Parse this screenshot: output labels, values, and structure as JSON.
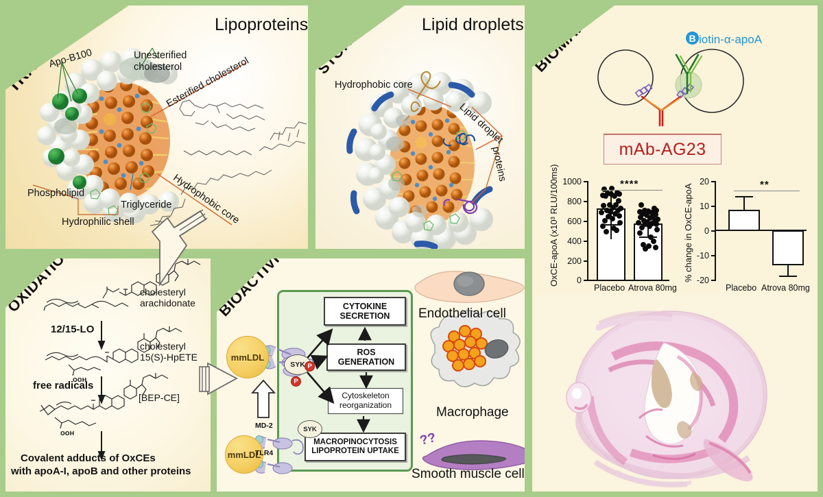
{
  "figure": {
    "background_color": "#a8cd8a",
    "panel_bg": "#fbf3da"
  },
  "panels": {
    "transport": {
      "corner_label": "TRANSPORT",
      "title": "Lipoproteins",
      "annotations": {
        "apo_b100": "Apo-B100",
        "unesterified_cholesterol": "Unesterified\ncholesterol",
        "unesterified_line1": "Unesterified",
        "unesterified_line2": "cholesterol",
        "esterified_cholesterol": "Esterified cholesterol",
        "hydrophobic_core": "Hydrophobic core",
        "phospholipid": "Phospholipid",
        "triglyceride": "Triglyceride",
        "hydrophilic_shell": "Hydrophilic shell"
      }
    },
    "storage": {
      "corner_label": "STORAGE",
      "title": "Lipid droplets",
      "annotations": {
        "hydrophobic_core": "Hydrophobic core",
        "lipid_droplet": "Lipid droplet",
        "proteins": "proteins"
      }
    },
    "biomarkers": {
      "corner_label": "BIOMARKERS",
      "assay": {
        "biotin_badge": "B",
        "biotin_label": "iotin-α-apoA",
        "apoa_label": "apoA",
        "mab_label": "mAb-AG23"
      }
    },
    "oxidation": {
      "corner_label": "OXIDATION",
      "species": [
        {
          "line1": "cholesteryl",
          "line2": "arachidonate"
        },
        {
          "line1": "cholesteryl",
          "line2": "15(S)-HpETE"
        },
        {
          "line1": "[BEP-CE]",
          "line2": ""
        }
      ],
      "arrow_labels": [
        "12/15-LO",
        "free radicals"
      ],
      "oxygen_tag": "OOH",
      "conclusion_line1": "Covalent adducts of OxCEs",
      "conclusion_line2": "with apoA-I, apoB and other proteins"
    },
    "bioactivity": {
      "corner_label": "BIOACTIVITY",
      "ligands": [
        "mmLDL",
        "mmLDL"
      ],
      "receptor_labels": [
        "MD-2",
        "TLR4"
      ],
      "kinase_label": "SYK",
      "phospho_label": "P",
      "flow_boxes": [
        {
          "line1": "CYTOKINE",
          "line2": "SECRETION",
          "emphasis": "strong"
        },
        {
          "line1": "ROS",
          "line2": "GENERATION",
          "emphasis": "strong"
        },
        {
          "line1": "Cytoskeleton",
          "line2": "reorganization",
          "emphasis": "light"
        },
        {
          "line1": "MACROPINOCYTOSIS",
          "line2": "LIPOPROTEIN UPTAKE",
          "emphasis": "strong"
        }
      ],
      "cells": [
        {
          "name": "Endothelial cell"
        },
        {
          "name": "Macrophage"
        },
        {
          "name": "Smooth muscle cell",
          "badge": "??"
        }
      ]
    }
  },
  "chart_data": [
    {
      "type": "bar",
      "id": "oxce-apoa-absolute",
      "title": "",
      "xlabel": "",
      "ylabel": "OxCE-apoA (x10³ RLU/100ms)",
      "categories": [
        "Placebo",
        "Atrova 80mg"
      ],
      "values": [
        713,
        563
      ],
      "err_low": [
        572,
        435
      ],
      "err_high": [
        865,
        690
      ],
      "ylim": [
        0,
        1000
      ],
      "yticks": [
        0,
        200,
        400,
        600,
        800,
        1000
      ],
      "ytick_labels": [
        "0",
        "200",
        "400",
        "600",
        "800",
        "1000"
      ],
      "grid": false,
      "legend": "none",
      "annotation": "****",
      "overlay": "scatter",
      "points": {
        "Placebo": [
          920,
          880,
          875,
          870,
          865,
          855,
          850,
          845,
          800,
          760,
          755,
          750,
          730,
          720,
          705,
          700,
          690,
          680,
          665,
          645,
          640,
          620,
          600,
          575,
          545,
          520,
          500,
          485,
          925
        ],
        "Atrova 80mg": [
          760,
          720,
          705,
          700,
          695,
          690,
          680,
          665,
          660,
          650,
          640,
          630,
          625,
          610,
          600,
          595,
          585,
          580,
          570,
          565,
          560,
          545,
          530,
          510,
          470,
          430,
          390,
          355,
          340,
          330,
          310
        ]
      }
    },
    {
      "type": "bar",
      "id": "oxce-apoa-percent-change",
      "title": "",
      "xlabel": "",
      "ylabel": "% change in OxCE-apoA",
      "categories": [
        "Placebo",
        "Atrova 80mg"
      ],
      "values": [
        8.4,
        -14.2
      ],
      "err_low": [
        8.4,
        -18.6
      ],
      "err_high": [
        13.6,
        -14.2
      ],
      "ylim": [
        -20,
        20
      ],
      "yticks": [
        -20,
        -10,
        0,
        10,
        20
      ],
      "ytick_labels": [
        "-20",
        "-10",
        "0",
        "10",
        "20"
      ],
      "grid": false,
      "legend": "none",
      "annotation": "**"
    }
  ]
}
